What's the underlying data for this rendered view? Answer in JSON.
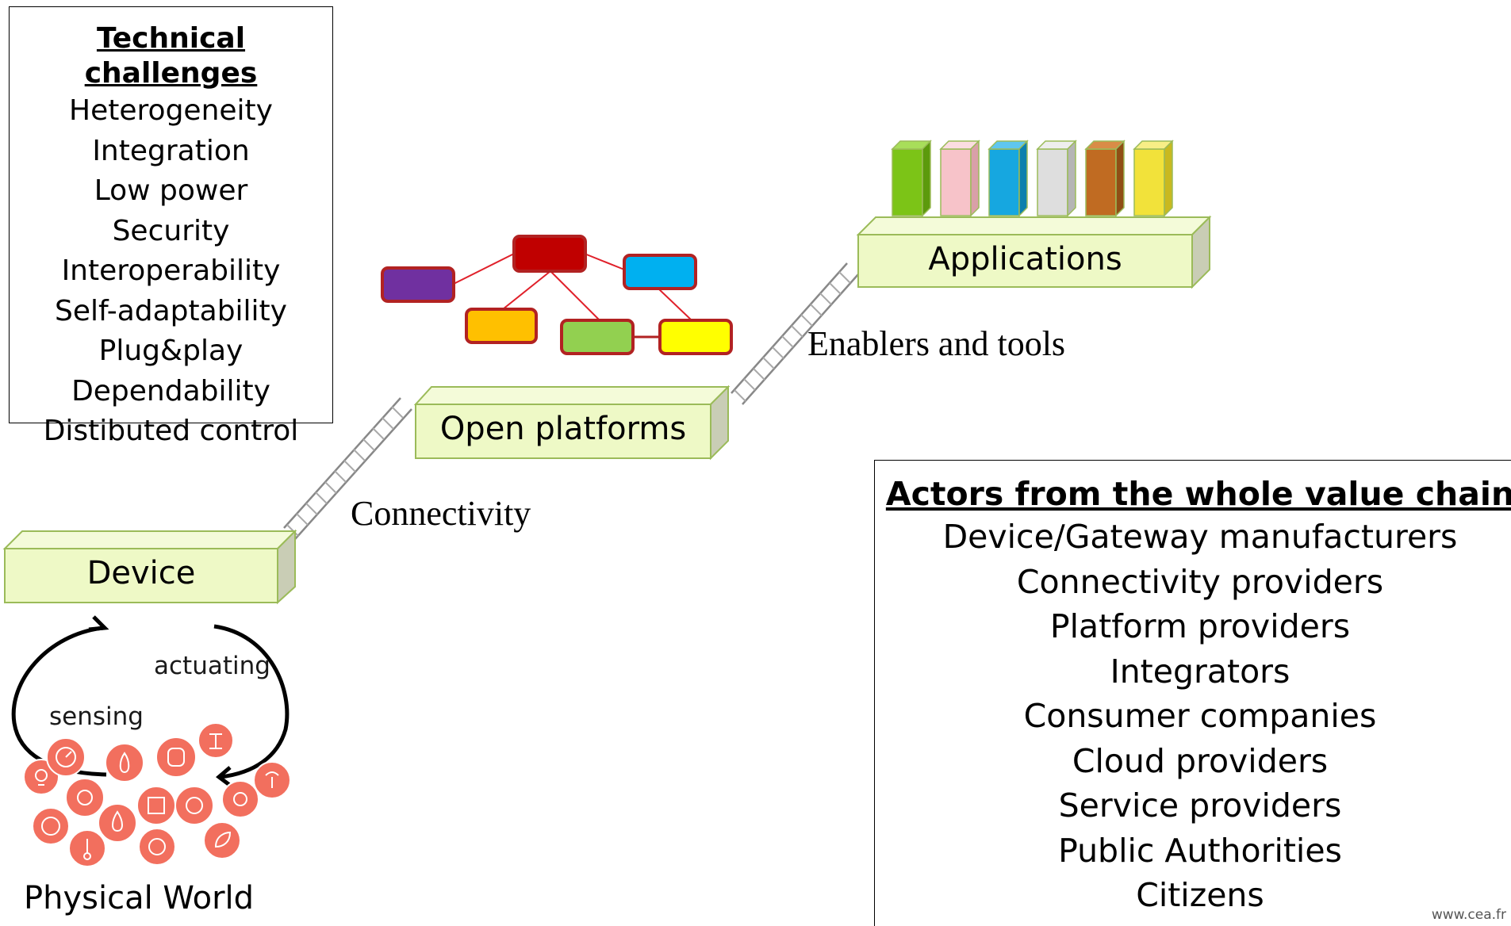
{
  "technical_challenges": {
    "title": "Technical challenges",
    "items": [
      "Heterogeneity",
      "Integration",
      "Low power",
      "Security",
      "Interoperability",
      "Self-adaptability",
      "Plug&play",
      "Dependability",
      "Distibuted control"
    ]
  },
  "actors": {
    "title": "Actors from the whole value chain",
    "items": [
      "Device/Gateway manufacturers",
      "Connectivity providers",
      "Platform providers",
      "Integrators",
      "Consumer companies",
      "Cloud providers",
      "Service providers",
      "Public Authorities",
      "Citizens"
    ]
  },
  "stairs": {
    "device": "Device",
    "open_platforms": "Open platforms",
    "applications": "Applications"
  },
  "links": {
    "connectivity": "Connectivity",
    "enablers": "Enablers and tools"
  },
  "loop": {
    "actuating": "actuating",
    "sensing": "sensing",
    "physical_world": "Physical World"
  },
  "credit": "www.cea.fr",
  "colors": {
    "stair_fill": "#eef9c6",
    "stair_border": "#9bbb59",
    "icon_coral": "#f26f5e",
    "app_bars": [
      "#7cc417",
      "#f7c3c9",
      "#16a7e0",
      "#dedede",
      "#c06b22",
      "#f2e23a"
    ],
    "network_nodes": [
      "#7030a0",
      "#c00000",
      "#00b0f0",
      "#ffc000",
      "#92d050",
      "#ffff00"
    ],
    "network_border": "#b22222"
  },
  "icons": [
    "bulb-icon",
    "gauge-icon",
    "flame-icon",
    "container-icon",
    "valve-icon",
    "eye-icon",
    "droplet-icon",
    "chip-icon",
    "fingerprint-icon",
    "gear-icon",
    "signal-icon",
    "compass-icon",
    "thermometer-icon",
    "thermostat-icon",
    "leaf-icon"
  ]
}
